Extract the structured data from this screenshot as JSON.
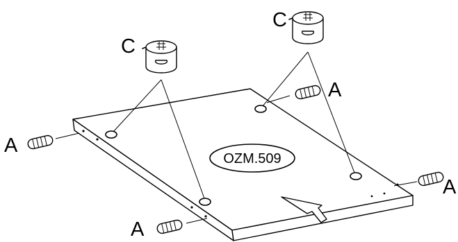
{
  "diagram": {
    "part_number": "OZM.509",
    "labels": {
      "dowel": "A",
      "cam_lock": "C"
    }
  },
  "icons": {
    "dowel": "wooden-dowel-icon",
    "cam_lock": "cam-lock-fitting-icon",
    "direction": "direction-arrow-icon"
  },
  "colors": {
    "ink": "#000000",
    "background": "#ffffff"
  }
}
